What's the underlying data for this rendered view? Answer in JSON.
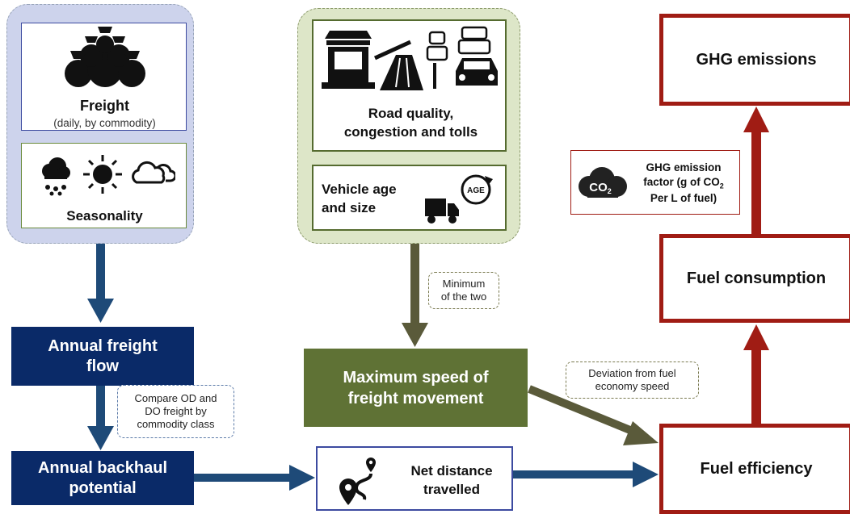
{
  "freight": {
    "title": "Freight",
    "subtitle": "(daily, by commodity)"
  },
  "seasonality": {
    "title": "Seasonality"
  },
  "road": {
    "line1": "Road quality,",
    "line2": "congestion and tolls"
  },
  "vehicle": {
    "line1": "Vehicle age",
    "line2": "and size",
    "badge": "AGE"
  },
  "annual_flow": {
    "line1": "Annual freight",
    "line2": "flow"
  },
  "backhaul": {
    "line1": "Annual backhaul",
    "line2": "potential"
  },
  "speed": {
    "line1": "Maximum speed of",
    "line2": "freight movement"
  },
  "net_distance": {
    "line1": "Net distance",
    "line2": "travelled"
  },
  "ghg": {
    "title": "GHG emissions"
  },
  "fuel_consumption": {
    "title": "Fuel consumption"
  },
  "fuel_efficiency": {
    "title": "Fuel efficiency"
  },
  "emission_factor": {
    "line1": "GHG emission",
    "line2a": "factor (g of CO",
    "sub": "2",
    "line3": "Per L of fuel)",
    "badge": "CO",
    "badge_sub": "2"
  },
  "notes": {
    "minimum": {
      "line1": "Minimum",
      "line2": "of the two"
    },
    "compare": {
      "line1": "Compare OD and",
      "line2": "DO freight by",
      "line3": "commodity class"
    },
    "deviation": {
      "line1": "Deviation from fuel",
      "line2": "economy speed"
    }
  },
  "icons": [
    "money-bags-icon",
    "rain-cloud-icon",
    "sun-icon",
    "clouds-icon",
    "toll-booth-icon",
    "road-icon",
    "traffic-cars-icon",
    "truck-icon",
    "age-cycle-icon",
    "route-pin-icon",
    "co2-cloud-icon"
  ],
  "colors": {
    "navy": "#0a2a68",
    "olive": "#5f7235",
    "dark_red": "#a01c14",
    "lavender": "#cdd3ec",
    "sage": "#dde6c8",
    "arrow_blue": "#1e4a78",
    "arrow_olive": "#5a5a3a"
  }
}
